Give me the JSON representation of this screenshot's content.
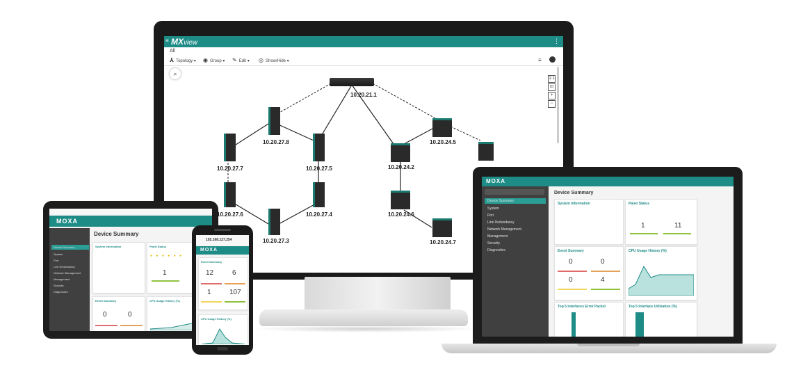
{
  "monitor": {
    "app_name": "MX",
    "app_name_suffix": "view",
    "breadcrumb": "All",
    "toolbar": [
      {
        "label": "Topology",
        "icon": "topology-icon"
      },
      {
        "label": "Group",
        "icon": "group-icon"
      },
      {
        "label": "Edit",
        "icon": "edit-icon"
      },
      {
        "label": "Show/Hide",
        "icon": "eye-icon"
      }
    ],
    "zoom_controls": [
      "1:1",
      "⊡",
      "+",
      "−"
    ],
    "nodes": [
      {
        "label": "10.20.21.1"
      },
      {
        "label": "10.20.27.8"
      },
      {
        "label": "10.20.27.7"
      },
      {
        "label": "10.20.27.5"
      },
      {
        "label": "10.20.27.6"
      },
      {
        "label": "10.20.27.4"
      },
      {
        "label": "10.20.27.3"
      },
      {
        "label": "10.20.24.5"
      },
      {
        "label": "10.20.24.2"
      },
      {
        "label": "10.20.24.6"
      },
      {
        "label": "10.20.24.7"
      }
    ]
  },
  "laptop": {
    "brand": "MOXA",
    "page_title": "Device Summary",
    "sidebar": [
      "Device Summary",
      "System",
      "Port",
      "Link Redundancy",
      "Network Management",
      "Management",
      "Security",
      "Diagnostics"
    ],
    "cards": {
      "system_info": "System Information",
      "panel_status": "Panel Status",
      "event_summary": "Event Summary",
      "cpu_usage": "CPU Usage History (%)",
      "top_packet": "Top 5 Interfaces Error Packet",
      "top_util": "Top 5 Interface Utilization (%)"
    },
    "panel_values": [
      "1",
      "11"
    ],
    "event_values": [
      "0",
      "0",
      "0",
      "4"
    ]
  },
  "tablet": {
    "brand": "MOXA",
    "page_title": "Device Summary",
    "sidebar": [
      "Device Summary",
      "System",
      "Port",
      "Link Redundancy",
      "Network Management",
      "Management",
      "Security",
      "Diagnostics"
    ],
    "cards": {
      "system_info": "System Information",
      "panel_status": "Panel Status",
      "event_summary": "Event Summary",
      "cpu_usage": "CPU Usage History (%)"
    },
    "panel_value": "1",
    "event_values": [
      "0",
      "0"
    ]
  },
  "phone": {
    "url": "192.168.127.254",
    "brand": "MOXA",
    "card_title": "Event Summary",
    "event_values": [
      "12",
      "6",
      "1",
      "107"
    ],
    "cpu_title": "CPU Usage History (%)"
  },
  "colors": {
    "accent": "#1e8c86",
    "sidebar": "#404040",
    "device_frame": "#1a1a1a"
  }
}
